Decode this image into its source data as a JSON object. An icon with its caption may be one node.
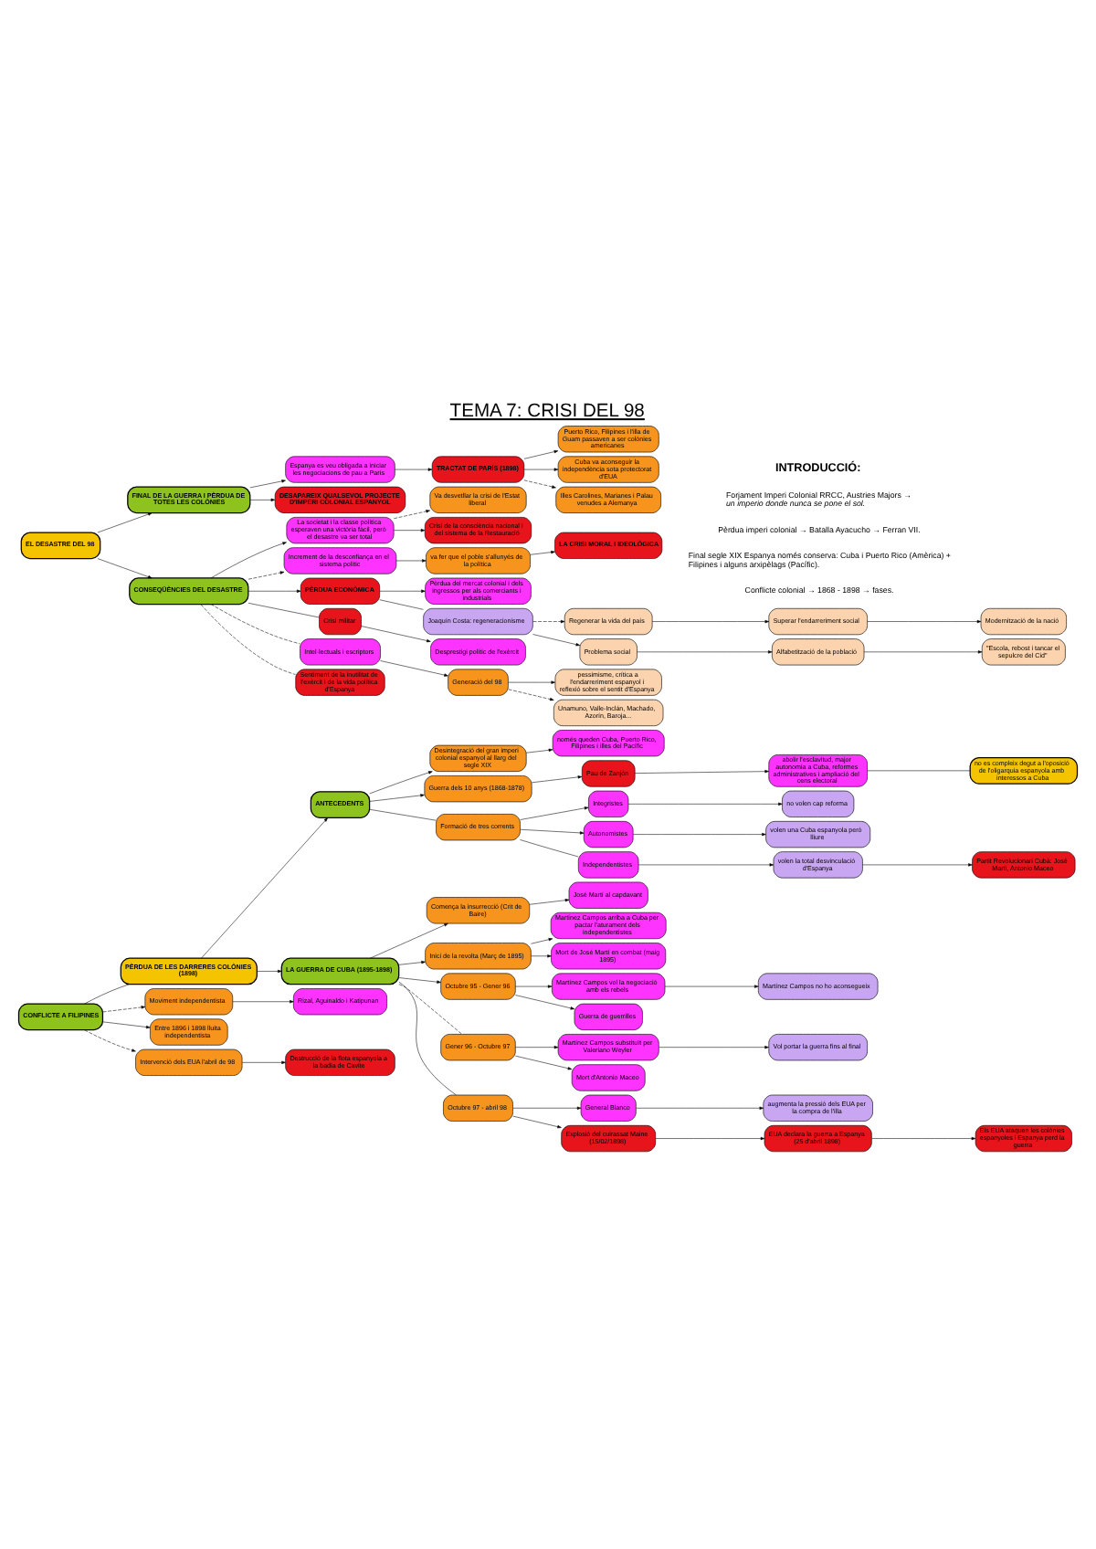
{
  "diagram": {
    "title": "TEMA 7: CRISI DEL 98",
    "nodes": [
      {
        "text": [
          "ANTECEDENTS"
        ]
      },
      {
        "text": [
          "Desintegració del gran imperi colonial espanyol al llarg del segle XIX"
        ]
      },
      {
        "text": [
          "només queden Cuba, Puerto Rico, Filipines i illes del Pacífic"
        ]
      },
      {
        "text": [
          "Guerra dels 10 anys (1868-1878)"
        ]
      },
      {
        "text": [
          "Pau de Zanjón"
        ]
      },
      {
        "text": [
          "abolir l'esclavitud, major autonomia a Cuba, reformes administratives i ampliació del cens electoral"
        ]
      },
      {
        "text": [
          "no es compleix degut a l'oposició de l'oligarquia espanyola amb interessos a Cuba"
        ]
      },
      {
        "text": [
          "Formació de tres corrents"
        ]
      },
      {
        "text": [
          "Integristes"
        ]
      },
      {
        "text": [
          "no volen cap reforma"
        ]
      },
      {
        "text": [
          "Autonomistes"
        ]
      },
      {
        "text": [
          "volen una Cuba espanyola però lliure"
        ]
      },
      {
        "text": [
          "Independentistes"
        ]
      },
      {
        "text": [
          "volen la total desvinculació d'Espanya"
        ]
      },
      {
        "text": [
          "Partit Revolucionari Cubà: José Martí, Antonio Maceo"
        ]
      },
      {
        "text": [
          "PÈRDUA DE LES DARRERES COLÒNIES (1898)"
        ]
      },
      {
        "text": [
          "LA GUERRA DE CUBA (1895-1898)"
        ]
      },
      {
        "text": [
          "Comença la insurrecció (Crit de Baire)"
        ]
      },
      {
        "text": [
          "José Martí al capdavant"
        ]
      },
      {
        "text": [
          "Inici de la revolta (Març de 1895)"
        ]
      },
      {
        "text": [
          "Martínez Campos arriba a Cuba per pactar l'aturament dels independentistes"
        ]
      },
      {
        "text": [
          "Mort de José Martí en combat (maig 1895)"
        ]
      },
      {
        "text": [
          "Octubre 95 - Gener 96"
        ]
      },
      {
        "text": [
          "Martínez Campos vol la negociació amb els rebels"
        ]
      },
      {
        "text": [
          "Martínez Campos no ho aconsegueix"
        ]
      },
      {
        "text": [
          "Guerra de guerrilles"
        ]
      },
      {
        "text": [
          "Gener 96 - Octubre 97"
        ]
      },
      {
        "text": [
          "Martínez Campos substituït per Valeriano Weyler"
        ]
      },
      {
        "text": [
          "Vol portar la guerra fins al final"
        ]
      },
      {
        "text": [
          "Mort d'Antonio Maceo"
        ]
      },
      {
        "text": [
          "Octubre 97 - abril 98"
        ]
      },
      {
        "text": [
          "General Blanco"
        ]
      },
      {
        "text": [
          "augmenta la pressió dels EUA per la compra de l'illa"
        ]
      },
      {
        "text": [
          "Explosió del cuirassat Maine (15/02/1898)"
        ]
      },
      {
        "text": [
          "EUA declara la guerra a Espanya (25 d'abril 1898)"
        ]
      },
      {
        "text": [
          "Els EUA ataquen les colònies espanyoles i Espanya perd la guerra"
        ]
      },
      {
        "text": [
          "CONFLICTE A FILIPINES"
        ]
      },
      {
        "text": [
          "Moviment independentista"
        ]
      },
      {
        "text": [
          "Rizal, Aguinaldo i Katipunan"
        ]
      },
      {
        "text": [
          "Entre 1896 i 1898 lluita independentista"
        ]
      },
      {
        "text": [
          "Intervenció dels EUA l'abril de 98"
        ]
      },
      {
        "text": [
          "Destrucció de la flota espanyola a la badia de Cavite"
        ]
      },
      {
        "text": [
          "FINAL DE LA GUERRA I PÈRDUA DE TOTES LES COLÒNIES"
        ]
      },
      {
        "text": [
          "Espanya es veu obligada a iniciar les negociacions de pau a París"
        ]
      },
      {
        "text": [
          "TRACTAT DE PARÍS (1898)"
        ]
      },
      {
        "text": [
          "Puerto Rico, Filipines i l'illa de Guam passaven a ser colònies americanes"
        ]
      },
      {
        "text": [
          "Cuba va aconseguir la independència sota protectorat d'EUA"
        ]
      },
      {
        "text": [
          "Illes Carolines, Marianes i Palau venudes a Alemanya"
        ]
      },
      {
        "text": [
          "DESAPAREIX QUALSEVOL PROJECTE D'IMPERI COLONIAL ESPANYOL"
        ]
      },
      {
        "text": [
          "EL DESASTRE DEL 98"
        ]
      },
      {
        "text": [
          "CONSEQÜÈNCIES DEL DESASTRE"
        ]
      },
      {
        "text": [
          "La societat i la classe política esperaven una victòria fàcil, però el desastre va ser total"
        ]
      },
      {
        "text": [
          "Va desvetllar la crisi de l'Estat liberal"
        ]
      },
      {
        "text": [
          "Crisi de la consciència nacional i del sistema de la Restauració"
        ]
      },
      {
        "text": [
          "Increment de la desconfiança en el sistema polític"
        ]
      },
      {
        "text": [
          "va fer que el poble s'allunyés de la política"
        ]
      },
      {
        "text": [
          "LA CRISI MORAL I IDEOLÒGICA"
        ]
      },
      {
        "text": [
          "PÈRDUA ECONÒMICA"
        ]
      },
      {
        "text": [
          "Pèrdua del mercat colonial i dels ingressos per als comerciants i industrials"
        ]
      },
      {
        "text": [
          "Joaquín Costa: regeneracionisme"
        ]
      },
      {
        "text": [
          "Regenerar la vida del país"
        ]
      },
      {
        "text": [
          "Superar l'endarreriment social"
        ]
      },
      {
        "text": [
          "Modernització de la nació"
        ]
      },
      {
        "text": [
          "Problema social"
        ]
      },
      {
        "text": [
          "Alfabetització de la població"
        ]
      },
      {
        "text": [
          "\"Escola, rebost i tancar el sepulcre del Cid\""
        ]
      },
      {
        "text": [
          "Crisi militar"
        ]
      },
      {
        "text": [
          "Desprestigi polític de l'exèrcit"
        ]
      },
      {
        "text": [
          "Intel·lectuals i escriptors"
        ]
      },
      {
        "text": [
          "Generació del 98"
        ]
      },
      {
        "text": [
          "pessimisme, crítica a l'endarreriment espanyol i reflexió sobre el sentit d'Espanya"
        ]
      },
      {
        "text": [
          "Unamuno, Valle-Inclán, Machado, Azorín, Baroja..."
        ]
      },
      {
        "text": [
          "Sentiment de la inutilitat de l'exèrcit i de la vida política d'Espanya"
        ]
      }
    ],
    "edges": [
      {
        "from": 0,
        "to": 1,
        "arrow": "to"
      },
      {
        "from": 0,
        "to": 3,
        "arrow": "to"
      },
      {
        "from": 0,
        "to": 7,
        "arrow": "none"
      },
      {
        "from": 1,
        "to": 2,
        "arrow": "to"
      },
      {
        "from": 3,
        "to": 4,
        "arrow": "to"
      },
      {
        "from": 4,
        "to": 5,
        "arrow": "to"
      },
      {
        "from": 5,
        "to": 6,
        "arrow": "none"
      },
      {
        "from": 7,
        "to": 8,
        "arrow": "to"
      },
      {
        "from": 7,
        "to": 10,
        "arrow": "to"
      },
      {
        "from": 7,
        "to": 12,
        "arrow": "none"
      },
      {
        "from": 8,
        "to": 9,
        "arrow": "to"
      },
      {
        "from": 10,
        "to": 11,
        "arrow": "to"
      },
      {
        "from": 12,
        "to": 13,
        "arrow": "to"
      },
      {
        "from": 13,
        "to": 14,
        "arrow": "to"
      },
      {
        "from": 15,
        "to": 0,
        "arrow": "to"
      },
      {
        "from": 15,
        "to": 16,
        "arrow": "to"
      },
      {
        "from": 16,
        "to": 17,
        "arrow": "to"
      },
      {
        "from": 16,
        "to": 19,
        "arrow": "to"
      },
      {
        "from": 16,
        "to": 22,
        "arrow": "to"
      },
      {
        "from": 16,
        "to": 26,
        "arrow": "none",
        "style": "dashed"
      },
      {
        "from": 16,
        "to": 30,
        "arrow": "none"
      },
      {
        "from": 17,
        "to": 18,
        "arrow": "to"
      },
      {
        "from": 19,
        "to": 20,
        "arrow": "to"
      },
      {
        "from": 19,
        "to": 21,
        "arrow": "to"
      },
      {
        "from": 22,
        "to": 23,
        "arrow": "to"
      },
      {
        "from": 22,
        "to": 25,
        "arrow": "to"
      },
      {
        "from": 23,
        "to": 24,
        "arrow": "to"
      },
      {
        "from": 26,
        "to": 27,
        "arrow": "to"
      },
      {
        "from": 26,
        "to": 29,
        "arrow": "to"
      },
      {
        "from": 27,
        "to": 28,
        "arrow": "to"
      },
      {
        "from": 30,
        "to": 31,
        "arrow": "to"
      },
      {
        "from": 30,
        "to": 33,
        "arrow": "to"
      },
      {
        "from": 31,
        "to": 32,
        "arrow": "to"
      },
      {
        "from": 33,
        "to": 34,
        "arrow": "to"
      },
      {
        "from": 34,
        "to": 35,
        "arrow": "to"
      },
      {
        "from": 36,
        "to": 15,
        "arrow": "none"
      },
      {
        "from": 36,
        "to": 37,
        "arrow": "to",
        "style": "dashed"
      },
      {
        "from": 36,
        "to": 39,
        "arrow": "to"
      },
      {
        "from": 36,
        "to": 40,
        "arrow": "to",
        "style": "dashed"
      },
      {
        "from": 37,
        "to": 38,
        "arrow": "to"
      },
      {
        "from": 40,
        "to": 41,
        "arrow": "to"
      },
      {
        "from": 49,
        "to": 42,
        "arrow": "to"
      },
      {
        "from": 42,
        "to": 43,
        "arrow": "to"
      },
      {
        "from": 42,
        "to": 48,
        "arrow": "to"
      },
      {
        "from": 43,
        "to": 44,
        "arrow": "to"
      },
      {
        "from": 44,
        "to": 45,
        "arrow": "to"
      },
      {
        "from": 44,
        "to": 46,
        "arrow": "to"
      },
      {
        "from": 44,
        "to": 47,
        "arrow": "to",
        "style": "dashed"
      },
      {
        "from": 49,
        "to": 50,
        "arrow": "to"
      },
      {
        "from": 50,
        "to": 51,
        "arrow": "to"
      },
      {
        "from": 50,
        "to": 54,
        "arrow": "to",
        "style": "dashed"
      },
      {
        "from": 50,
        "to": 57,
        "arrow": "to"
      },
      {
        "from": 50,
        "to": 66,
        "arrow": "none"
      },
      {
        "from": 50,
        "to": 68,
        "arrow": "none",
        "style": "dashed"
      },
      {
        "from": 50,
        "to": 72,
        "arrow": "none",
        "style": "dashed"
      },
      {
        "from": 51,
        "to": 52,
        "arrow": "to",
        "style": "dashed"
      },
      {
        "from": 51,
        "to": 53,
        "arrow": "to"
      },
      {
        "from": 54,
        "to": 55,
        "arrow": "to"
      },
      {
        "from": 55,
        "to": 56,
        "arrow": "to"
      },
      {
        "from": 57,
        "to": 58,
        "arrow": "to"
      },
      {
        "from": 57,
        "to": 59,
        "arrow": "none"
      },
      {
        "from": 59,
        "to": 60,
        "arrow": "to",
        "style": "dashed"
      },
      {
        "from": 59,
        "to": 63,
        "arrow": "to"
      },
      {
        "from": 60,
        "to": 61,
        "arrow": "to"
      },
      {
        "from": 61,
        "to": 62,
        "arrow": "to"
      },
      {
        "from": 63,
        "to": 64,
        "arrow": "to"
      },
      {
        "from": 64,
        "to": 65,
        "arrow": "to"
      },
      {
        "from": 66,
        "to": 67,
        "arrow": "to"
      },
      {
        "from": 68,
        "to": 69,
        "arrow": "to"
      },
      {
        "from": 69,
        "to": 70,
        "arrow": "to"
      },
      {
        "from": 69,
        "to": 71,
        "arrow": "to",
        "style": "dashed"
      }
    ],
    "labels": [
      "INTRODUCCIÓ:",
      "Forjament Imperi Colonial RRCC, Austries Majors → *un imperio donde nunca se pone el sol.*",
      "Pèrdua imperi colonial → Batalla Ayacucho → Ferran VII.",
      "Final segle XIX Espanya només conserva: Cuba i Puerto Rico (Amèrica) + Filipines i alguns arxipèlags (Pacífic).",
      "Conflicte colonial → 1868 - 1898 → fases."
    ]
  }
}
